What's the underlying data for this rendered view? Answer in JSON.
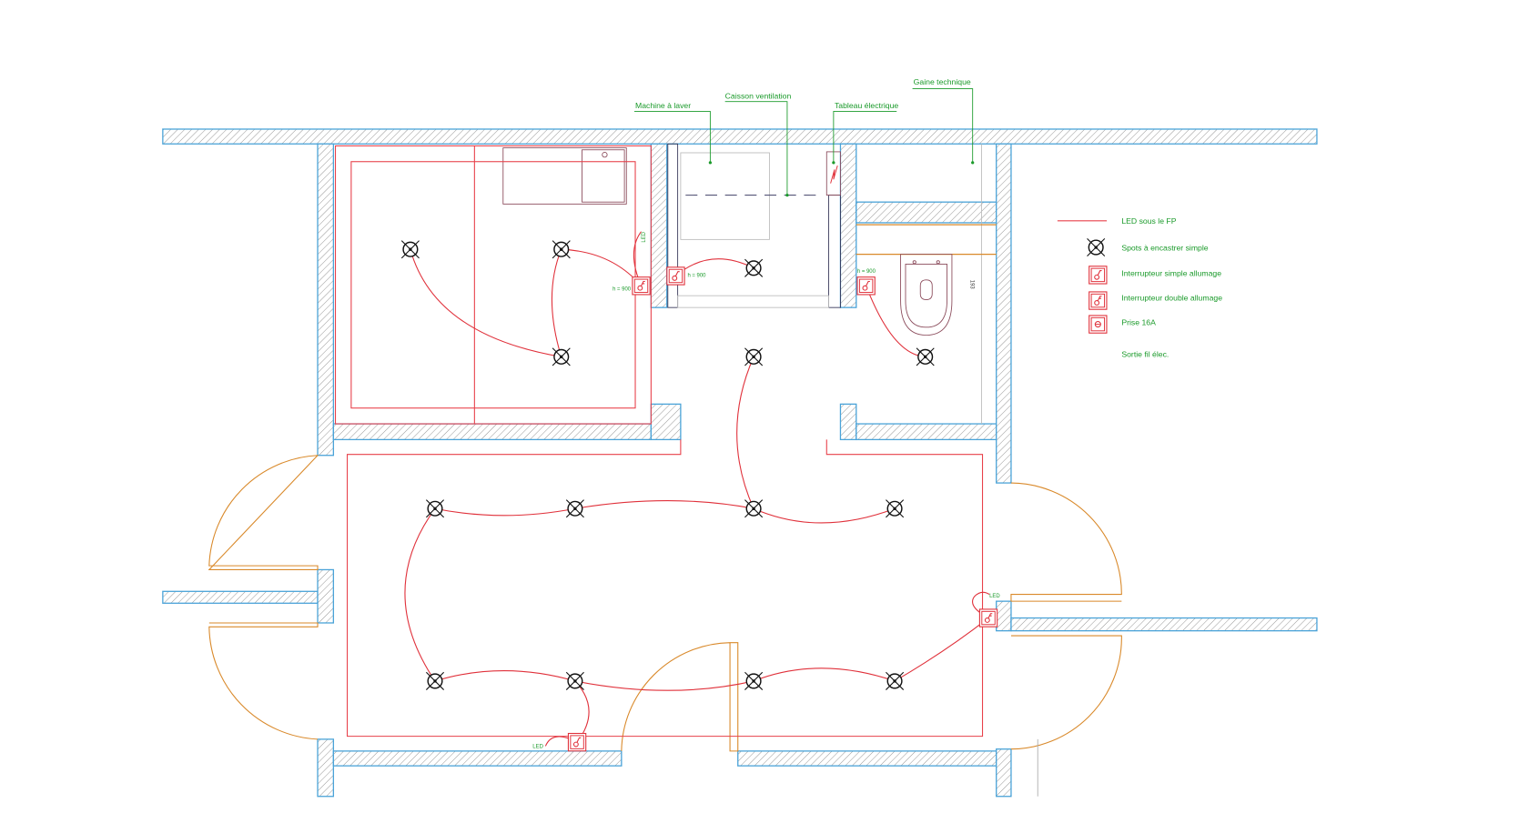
{
  "callouts": {
    "washing_machine": "Machine à laver",
    "ventilation_box": "Caisson ventilation",
    "electrical_panel": "Tableau électrique",
    "technical_shaft": "Gaine technique"
  },
  "annotations": {
    "height_bedroom": "h = 900",
    "height_laundry": "h = 900",
    "height_wc": "h = 900",
    "led_bedroom": "LED",
    "led_right": "LED",
    "led_bottom": "LED",
    "wc_dimension": "193"
  },
  "legend": {
    "led": "LED sous le FP",
    "spot": "Spots à encastrer simple",
    "single_switch": "Interrupteur simple allumage",
    "double_switch": "Interrupteur double allumage",
    "socket": "Prise 16A",
    "wire_outlet": "Sortie fil élec."
  },
  "colors": {
    "led": "#e8404a",
    "wall_outline": "#4aa3d8",
    "door": "#d9892a",
    "label": "#1a9a2a"
  }
}
